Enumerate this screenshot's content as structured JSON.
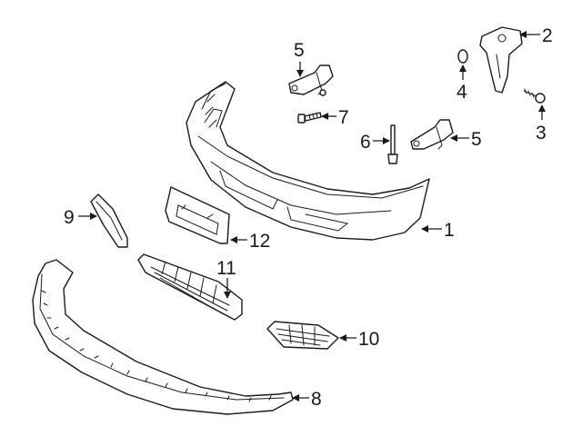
{
  "diagram": {
    "callouts": [
      {
        "id": "1",
        "label": "1"
      },
      {
        "id": "2",
        "label": "2"
      },
      {
        "id": "3",
        "label": "3"
      },
      {
        "id": "4",
        "label": "4"
      },
      {
        "id": "5a",
        "label": "5"
      },
      {
        "id": "5b",
        "label": "5"
      },
      {
        "id": "6",
        "label": "6"
      },
      {
        "id": "7",
        "label": "7"
      },
      {
        "id": "8",
        "label": "8"
      },
      {
        "id": "9",
        "label": "9"
      },
      {
        "id": "10",
        "label": "10"
      },
      {
        "id": "11",
        "label": "11"
      },
      {
        "id": "12",
        "label": "12"
      }
    ],
    "colors": {
      "line": "#1a1a1a",
      "background": "#ffffff"
    }
  }
}
